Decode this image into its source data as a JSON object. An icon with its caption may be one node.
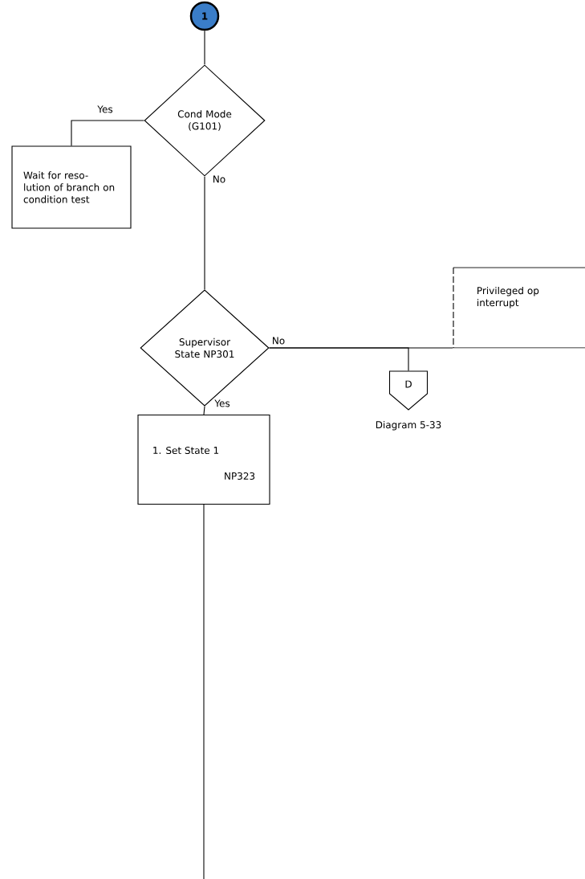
{
  "diagram": {
    "nodes": [
      {
        "text": [
          "1"
        ]
      },
      {
        "text": [
          "Cond Mode (G101)"
        ]
      },
      {
        "text": [
          "Wait for reso-lution of branch on condition test"
        ]
      },
      {
        "text": [
          "Supervisor State NP301"
        ]
      },
      {
        "text": [
          "Privileged op interrupt"
        ]
      },
      {
        "text": [
          "D"
        ],
        "beside": [
          "Diagram 5-33"
        ]
      },
      {
        "text": [
          "1. Set State 1",
          "NP323"
        ]
      }
    ],
    "edges": [
      {
        "from": 0,
        "to": 1,
        "arrow": "none"
      },
      {
        "from": 1,
        "to": 2,
        "arrow": "none",
        "label": "Yes"
      },
      {
        "from": 1,
        "to": 3,
        "arrow": "none",
        "label": "No"
      },
      {
        "from": 3,
        "to": 4,
        "arrow": "none",
        "label": "No"
      },
      {
        "from": 3,
        "to": 5,
        "arrow": "none"
      },
      {
        "from": 3,
        "to": 6,
        "arrow": "none",
        "label": "Yes"
      },
      {
        "from": 6,
        "to": null,
        "arrow": "none"
      }
    ]
  }
}
